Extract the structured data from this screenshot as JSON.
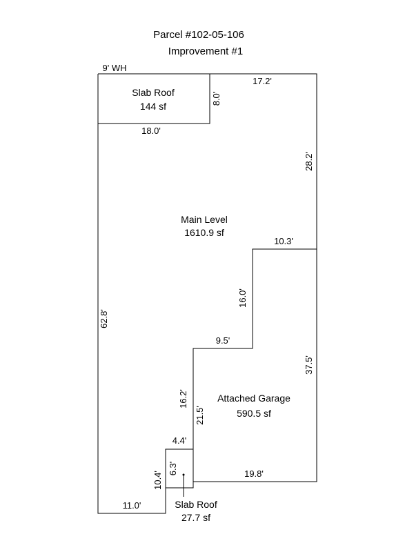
{
  "title": {
    "line1": "Parcel #102-05-106",
    "line2": "Improvement #1"
  },
  "areas": {
    "main_level": {
      "name": "Main Level",
      "area": "1610.9 sf"
    },
    "slab_roof_top": {
      "name": "Slab Roof",
      "area": "144 sf"
    },
    "attached_garage": {
      "name": "Attached Garage",
      "area": "590.5 sf"
    },
    "slab_roof_bottom": {
      "name": "Slab Roof",
      "area": "27.7 sf"
    }
  },
  "dimensions": {
    "wh": "9' WH",
    "top_right": "17.2'",
    "slab_height": "8.0'",
    "slab_width": "18.0'",
    "right_upper": "28.2'",
    "step_top": "10.3'",
    "step_vertical": "16.0'",
    "step_mid": "9.5'",
    "left_side": "62.8'",
    "right_lower": "37.5'",
    "garage_left_upper": "16.2'",
    "garage_left_full": "21.5'",
    "small_top": "4.4'",
    "small_height": "6.3'",
    "small_left": "10.4'",
    "garage_bottom": "19.8'",
    "bottom_left": "11.0'"
  }
}
